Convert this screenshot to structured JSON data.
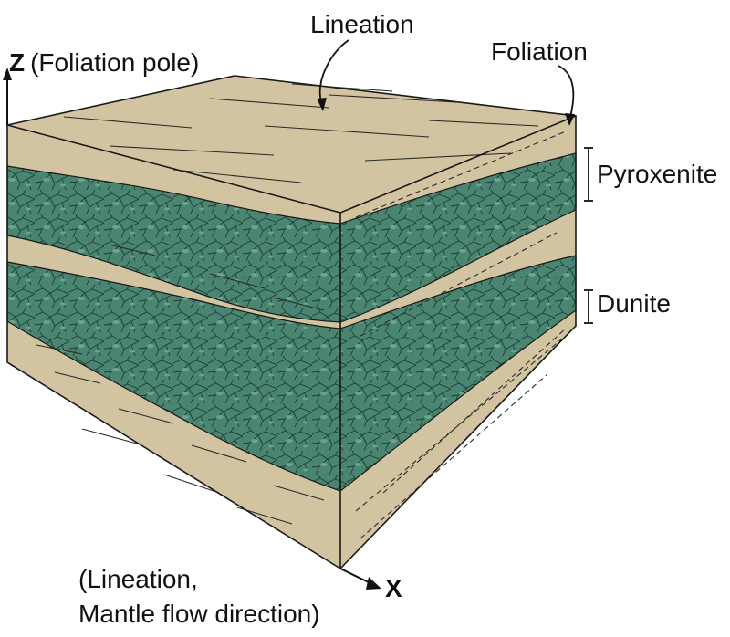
{
  "labels": {
    "z_axis_letter": "Z",
    "z_axis_text": "(Foliation pole)",
    "lineation": "Lineation",
    "foliation": "Foliation",
    "pyroxenite": "Pyroxenite",
    "dunite": "Dunite",
    "x_axis_letter": "X",
    "x_caption_line1": "(Lineation,",
    "x_caption_line2": "Mantle flow direction)"
  },
  "colors": {
    "matrix": "#d3c4a1",
    "band": "#4a8572",
    "band_grain": "#5f9a86",
    "outline": "#1a1a1a"
  }
}
